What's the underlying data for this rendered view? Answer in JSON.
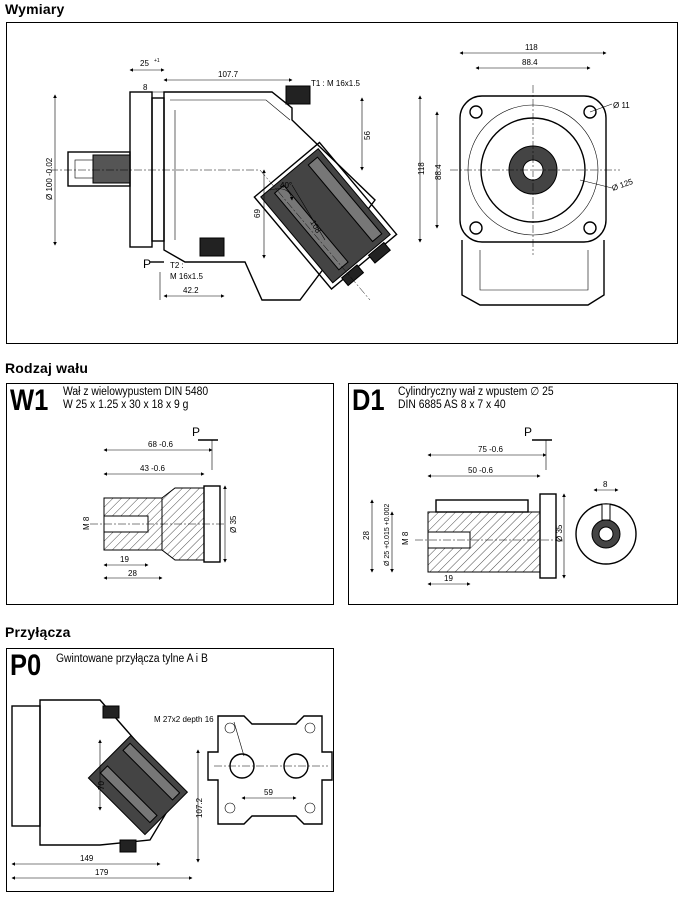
{
  "sections": {
    "dimensions_heading": "Wymiary",
    "shaft_heading": "Rodzaj wału",
    "ports_heading": "Przyłącza"
  },
  "main_view": {
    "dim_25": "25",
    "dim_25_tol": "+1",
    "dim_107_7": "107.7",
    "dim_8": "8",
    "t1_label": "T1 : M 16x1.5",
    "dim_56": "56",
    "dim_100": "Ø 100 -0.02",
    "angle_40": "40°",
    "dim_69": "69",
    "dim_108": "108",
    "p_label": "P",
    "t2_label": "T2 :",
    "t2_thread": "M 16x1.5",
    "dim_42_2": "42.2"
  },
  "front_view": {
    "dim_118_top": "118",
    "dim_88_4_top": "88.4",
    "dim_11": "Ø 11",
    "dim_118_side": "118",
    "dim_88_4_side": "88.4",
    "dim_125": "Ø 125"
  },
  "shaft_w1": {
    "code": "W1",
    "line1": "Wał z wielowypustem DIN 5480",
    "line2": "W 25 x 1.25 x 30 x 18 x 9 g",
    "p_label": "P",
    "dim_68": "68 -0.6",
    "dim_43": "43 -0.6",
    "dim_m8": "M 8",
    "dim_35": "Ø 35",
    "dim_19": "19",
    "dim_28": "28"
  },
  "shaft_d1": {
    "code": "D1",
    "line1": "Cylindryczny wał z wpustem ∅ 25",
    "line2": "DIN 6885 AS 8 x 7 x 40",
    "p_label": "P",
    "dim_75": "75 -0.6",
    "dim_50": "50 -0.6",
    "dim_8": "8",
    "dim_28": "28",
    "dim_25": "Ø 25 +0.015 +0.002",
    "dim_m8": "M 8",
    "dim_35": "Ø 35",
    "dim_19": "19"
  },
  "ports_p0": {
    "code": "P0",
    "line1": "Gwintowane przyłącza tylne A i B",
    "thread_label": "M 27x2 depth 16",
    "dim_70": "70",
    "dim_107_2": "107.2",
    "dim_59": "59",
    "dim_149": "149",
    "dim_179": "179"
  }
}
